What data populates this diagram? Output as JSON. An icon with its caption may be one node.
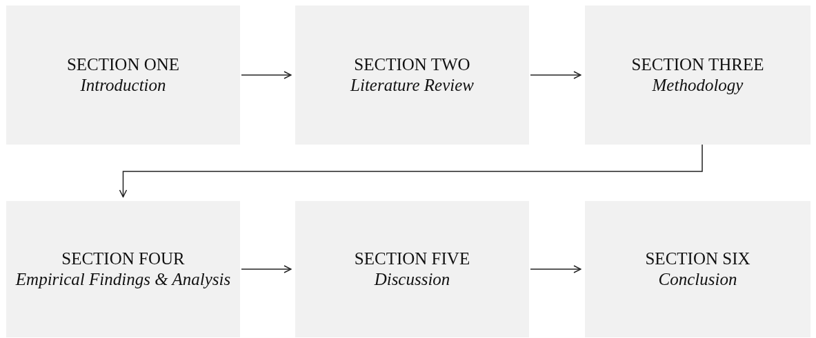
{
  "diagram": {
    "nodes": [
      {
        "text": [
          "SECTION ONE",
          "Introduction"
        ]
      },
      {
        "text": [
          "SECTION TWO",
          "Literature Review"
        ]
      },
      {
        "text": [
          "SECTION THREE",
          "Methodology"
        ]
      },
      {
        "text": [
          "SECTION FOUR",
          "Empirical Findings & Analysis"
        ]
      },
      {
        "text": [
          "SECTION FIVE",
          "Discussion"
        ]
      },
      {
        "text": [
          "SECTION SIX",
          "Conclusion"
        ]
      }
    ],
    "edges": [
      {
        "from": 0,
        "to": 1,
        "arrow": "to"
      },
      {
        "from": 1,
        "to": 2,
        "arrow": "to"
      },
      {
        "from": 2,
        "to": 3,
        "arrow": "to"
      },
      {
        "from": 3,
        "to": 4,
        "arrow": "to"
      },
      {
        "from": 4,
        "to": 5,
        "arrow": "to"
      }
    ]
  }
}
